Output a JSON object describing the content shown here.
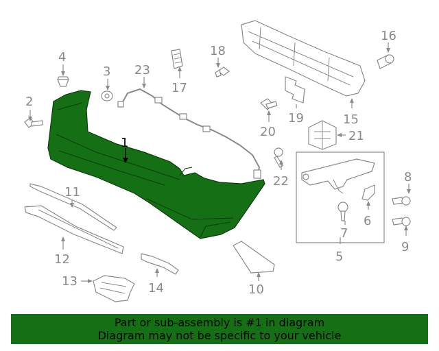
{
  "colors": {
    "highlight": "#157015",
    "banner_bg": "#157015",
    "callout": "#8a8a8a",
    "main_callout": "#000000"
  },
  "callouts": {
    "c1": "1",
    "c2": "2",
    "c3": "3",
    "c4": "4",
    "c5": "5",
    "c6": "6",
    "c7": "7",
    "c8": "8",
    "c9": "9",
    "c10": "10",
    "c11": "11",
    "c12": "12",
    "c13": "13",
    "c14": "14",
    "c15": "15",
    "c16": "16",
    "c17": "17",
    "c18": "18",
    "c19": "19",
    "c20": "20",
    "c21": "21",
    "c22": "22",
    "c23": "23"
  },
  "banner": {
    "line1": "Part or sub-assembly is #1 in diagram",
    "line2": "Diagram may not be specific to your vehicle"
  }
}
